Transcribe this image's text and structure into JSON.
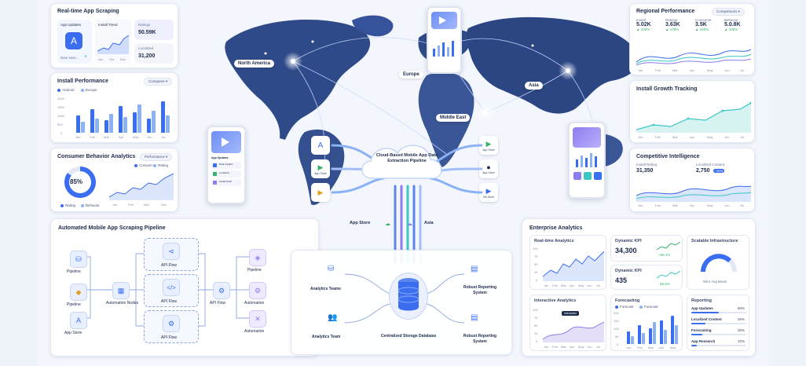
{
  "colors": {
    "accent": "#3b6df0",
    "light": "#8ab2f5",
    "map_land": "#304a86",
    "teal": "#3cc6c4",
    "purple": "#8b7cf0",
    "green": "#35b26a"
  },
  "realtime": {
    "title": "Real-time App Scraping",
    "app_updates": "App Updates",
    "install_trend": "Install Trend",
    "new_label": "New sess...",
    "ratings_label": "Ratings",
    "ratings_value": "50.59K",
    "localized_label": "Localized",
    "localized_value": "31,200",
    "months": [
      "Apr",
      "Oct",
      "Dec"
    ]
  },
  "install_perf": {
    "title": "Install Performance",
    "dropdown": "Compares",
    "legend": [
      "Android",
      "Europe"
    ],
    "y_ticks": [
      "2000",
      "1500",
      "1000",
      "500",
      "0"
    ],
    "x_ticks": [
      "Jan",
      "Feb",
      "Mar",
      "Apr",
      "May",
      "Jun",
      "Jul"
    ]
  },
  "consumer": {
    "title": "Consumer Behavior Analytics",
    "dropdown": "Performance",
    "legend_top": [
      "Consum",
      "Rating"
    ],
    "donut_value": "85%",
    "legend_bottom": [
      "Rating",
      "Behavior"
    ],
    "x_ticks": [
      "Jan",
      "Feb",
      "Mar",
      "Dec"
    ]
  },
  "regional": {
    "title": "Regional Performance",
    "dropdown": "Comparisons",
    "metrics": [
      {
        "label": "Install",
        "value": "5.02K",
        "delta": "100%"
      },
      {
        "label": "Ratings",
        "value": "3.63K",
        "delta": "100%"
      },
      {
        "label": "Consumer",
        "value": "3.5K",
        "delta": "100%"
      },
      {
        "label": "Behavior",
        "value": "5.0.8K",
        "delta": "100%"
      }
    ],
    "x_ticks": [
      "Jan",
      "Feb",
      "Mar",
      "Apr",
      "May",
      "Jun",
      "Jul"
    ]
  },
  "growth": {
    "title": "Install Growth Tracking",
    "x_ticks": [
      "Jan",
      "Feb",
      "Mar",
      "Apr",
      "May",
      "Jun",
      "Jul"
    ]
  },
  "competitive": {
    "title": "Competitive Intelligence",
    "install_label": "Install Rating",
    "install_value": "31,350",
    "localized_label": "Localized Content",
    "localized_value": "2,750",
    "localized_badge": "+30%",
    "x_ticks": [
      "Jan",
      "Feb",
      "Mar",
      "Apr",
      "May",
      "Jun",
      "Jul"
    ]
  },
  "map": {
    "regions": [
      "North America",
      "Europe",
      "Asia",
      "Middle East"
    ],
    "cloud_title": "Cloud-Based Mobile App Data Extraction Pipeline",
    "stores_left": [
      "App Store",
      "App Store"
    ],
    "stores_right": [
      "App Store",
      "App Store",
      "Siti Store"
    ],
    "app_store_label": "App Store",
    "asia_label": "Asia"
  },
  "pipeline": {
    "title": "Automated Mobile App Scraping Pipeline",
    "sources": [
      "Pipeline",
      "Pipeline",
      "App Store"
    ],
    "automation_nodes": "Automation Nodes",
    "api_flows": [
      "API Flow",
      "API Flow",
      "API Flow"
    ],
    "api_flow_mid": "API Flow",
    "outputs": [
      "Pipeline",
      "Automation",
      "Automation"
    ]
  },
  "storage": {
    "teams": [
      "Analytics Teams",
      "Analytics Team"
    ],
    "center": "Centralized Storage Database",
    "reports": [
      "Robust Reporting System",
      "Robust Reporting System"
    ]
  },
  "enterprise": {
    "title": "Enterprise Analytics",
    "realtime": {
      "title": "Real-time Analytics",
      "y_ticks": [
        "100",
        "75",
        "50",
        "25",
        "0"
      ],
      "x_ticks": [
        "Jan",
        "Feb",
        "Mar",
        "Apr",
        "May",
        "Jun",
        "Jul"
      ]
    },
    "kpi1": {
      "title": "Dynamic KPI",
      "value": "34,300",
      "delta": "+59.1%"
    },
    "kpi2": {
      "title": "Dynamic KPI",
      "value": "435",
      "delta": "65.9%"
    },
    "infra": {
      "title": "Scalable Infrastructure",
      "gauge_label": "Wire Avg Basis"
    },
    "interactive": {
      "title": "Interactive Analytics",
      "tooltip": "Interactive",
      "y_ticks": [
        "100",
        "75",
        "50",
        "25",
        "0"
      ],
      "x_ticks": [
        "Jan",
        "Feb",
        "Mar",
        "Apr",
        "May",
        "Jun",
        "Jul"
      ]
    },
    "forecasting": {
      "title": "Forecasting",
      "legend": [
        "Forecast",
        "Forecast"
      ],
      "y_ticks": [
        "200",
        "150",
        "100",
        "50",
        "0"
      ],
      "x_ticks": [
        "Jan",
        "Feb",
        "Mar",
        "Apr",
        "May"
      ]
    },
    "reporting": {
      "title": "Reporting",
      "rows": [
        {
          "label": "App Updates",
          "value": "50%",
          "pct": 0.5
        },
        {
          "label": "Localized Content",
          "value": "25%",
          "pct": 0.25
        },
        {
          "label": "Forecasting",
          "value": "20%",
          "pct": 0.2
        },
        {
          "label": "App Research",
          "value": "10%",
          "pct": 0.1
        }
      ]
    }
  },
  "phones": {
    "screen1_title": "App Updates",
    "screen1_items": [
      "Data Insights",
      "Localized",
      "Install Fetch"
    ]
  }
}
